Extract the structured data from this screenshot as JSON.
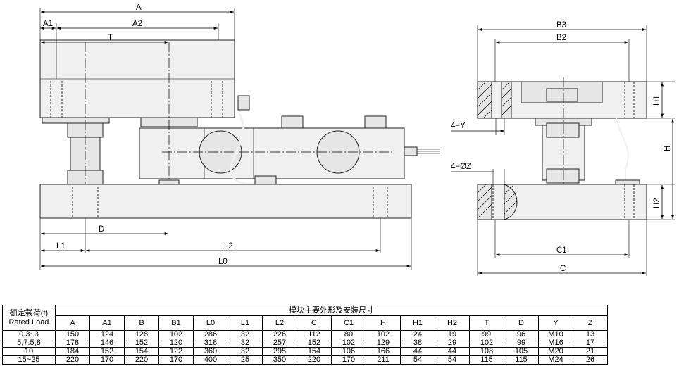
{
  "labels": {
    "A": "A",
    "A1": "A1",
    "A2": "A2",
    "T": "T",
    "D": "D",
    "L1": "L1",
    "L2": "L2",
    "L0": "L0",
    "B3": "B3",
    "B2": "B2",
    "H1": "H1",
    "H": "H",
    "H2": "H2",
    "C1": "C1",
    "C": "C",
    "Y": "4−Y",
    "Z": "4−ØZ"
  },
  "table": {
    "load_header_cn": "额定载荷(t)",
    "load_header_en": "Rated Load",
    "group_header": "模块主要外形及安装尺寸",
    "columns": [
      "A",
      "A1",
      "B",
      "B1",
      "L0",
      "L1",
      "L2",
      "C",
      "C1",
      "H",
      "H1",
      "H2",
      "T",
      "D",
      "Y",
      "Z"
    ],
    "rows": [
      {
        "load": "0.3~3",
        "values": [
          "150",
          "124",
          "128",
          "102",
          "286",
          "32",
          "226",
          "112",
          "80",
          "102",
          "24",
          "19",
          "99",
          "96",
          "M10",
          "13"
        ]
      },
      {
        "load": "5,7.5,8",
        "values": [
          "178",
          "146",
          "152",
          "120",
          "318",
          "32",
          "257",
          "152",
          "102",
          "129",
          "38",
          "29",
          "102",
          "99",
          "M16",
          "17"
        ]
      },
      {
        "load": "10",
        "values": [
          "184",
          "152",
          "154",
          "122",
          "360",
          "32",
          "295",
          "154",
          "106",
          "166",
          "44",
          "44",
          "108",
          "105",
          "M20",
          "21"
        ]
      },
      {
        "load": "15~25",
        "values": [
          "220",
          "170",
          "220",
          "170",
          "400",
          "25",
          "350",
          "220",
          "170",
          "211",
          "54",
          "54",
          "115",
          "115",
          "M24",
          "26"
        ]
      }
    ]
  }
}
